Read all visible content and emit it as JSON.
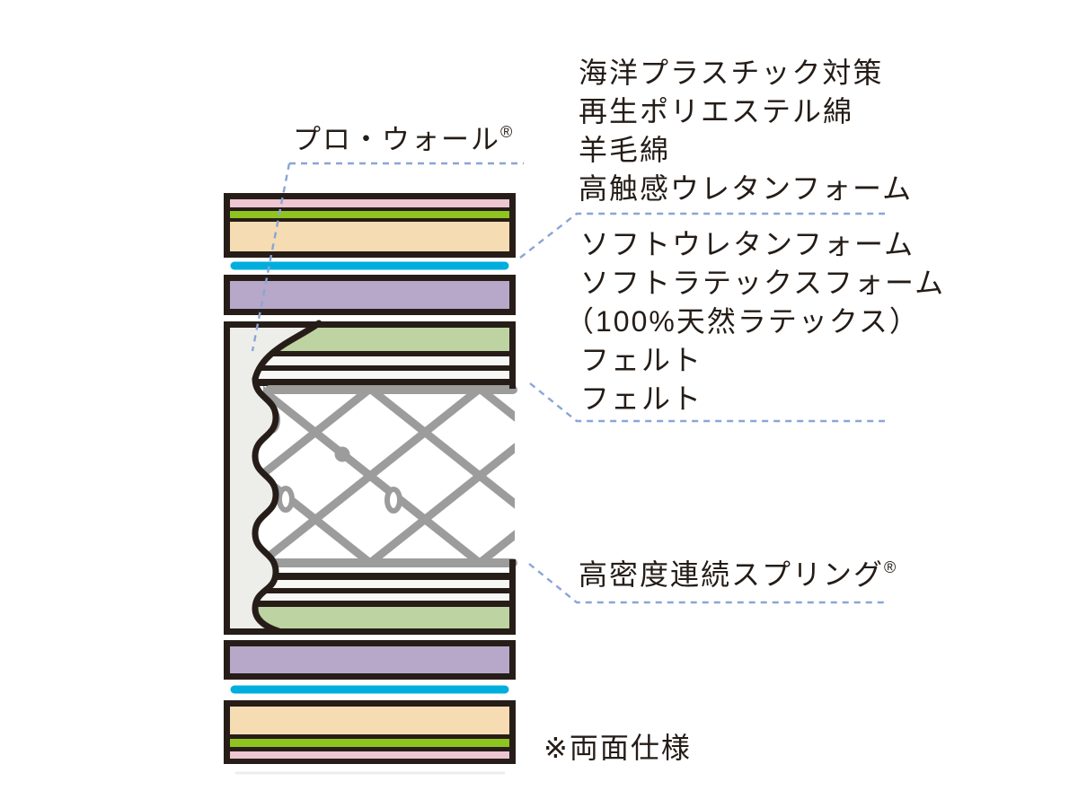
{
  "diagram": {
    "pro_wall": {
      "label": "プロ・ウォール",
      "reg": "®"
    },
    "top_labels": [
      "海洋プラスチック対策",
      "再生ポリエステル綿",
      "羊毛綿",
      "高触感ウレタンフォーム"
    ],
    "middle_labels": [
      "ソフトウレタンフォーム",
      "ソフトラテックスフォーム",
      "（100%天然ラテックス）",
      "フェルト",
      "フェルト"
    ],
    "spring": {
      "label": "高密度連続スプリング",
      "reg": "®"
    },
    "note": "※両面仕様",
    "colors": {
      "outline": "#271d18",
      "pink": "#edc6d2",
      "lime_green": "#8fc320",
      "beige": "#f6dcb2",
      "cyan": "#00aede",
      "purple": "#b7a8ca",
      "soft_green": "#bdd3a2",
      "felt_white": "#f7f7f5",
      "wall_gray": "#ededea",
      "spring_gray": "#9c9c9c",
      "leader_blue": "#8aa5d6",
      "text": "#241c17"
    }
  }
}
